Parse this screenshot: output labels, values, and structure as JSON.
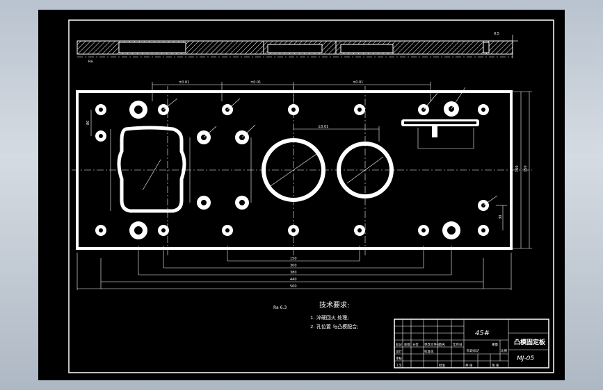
{
  "drawing": {
    "title": "凸模固定板",
    "number": "MJ-05",
    "material": "45#",
    "notes_heading": "技术要求:",
    "notes": [
      "1. 淬硬回火 处理;",
      "2. 孔位置 与凸模配合;"
    ],
    "roughness_symbol": "Ra 6.3"
  },
  "dimensions": {
    "overall": [
      "150",
      "300",
      "380",
      "440",
      "500"
    ],
    "right": [
      "160",
      "150"
    ],
    "right_small": [
      "30"
    ],
    "left_small": [
      "80"
    ],
    "top_chain": [
      "±0.01",
      "±0.01",
      "±0.01"
    ],
    "mid_chain": [
      "±0.01"
    ],
    "section": [
      "0.5"
    ],
    "misc": [
      "Ra"
    ]
  },
  "title_block": {
    "labels": [
      "标记",
      "处数",
      "分区",
      "更改文件号",
      "签名",
      "年月日",
      "设计",
      "标准化",
      "审核",
      "工艺",
      "批准"
    ],
    "stage_labels": [
      "阶段标记",
      "重量",
      "比例"
    ],
    "sheet_labels": [
      "共  张",
      "第  张"
    ]
  }
}
